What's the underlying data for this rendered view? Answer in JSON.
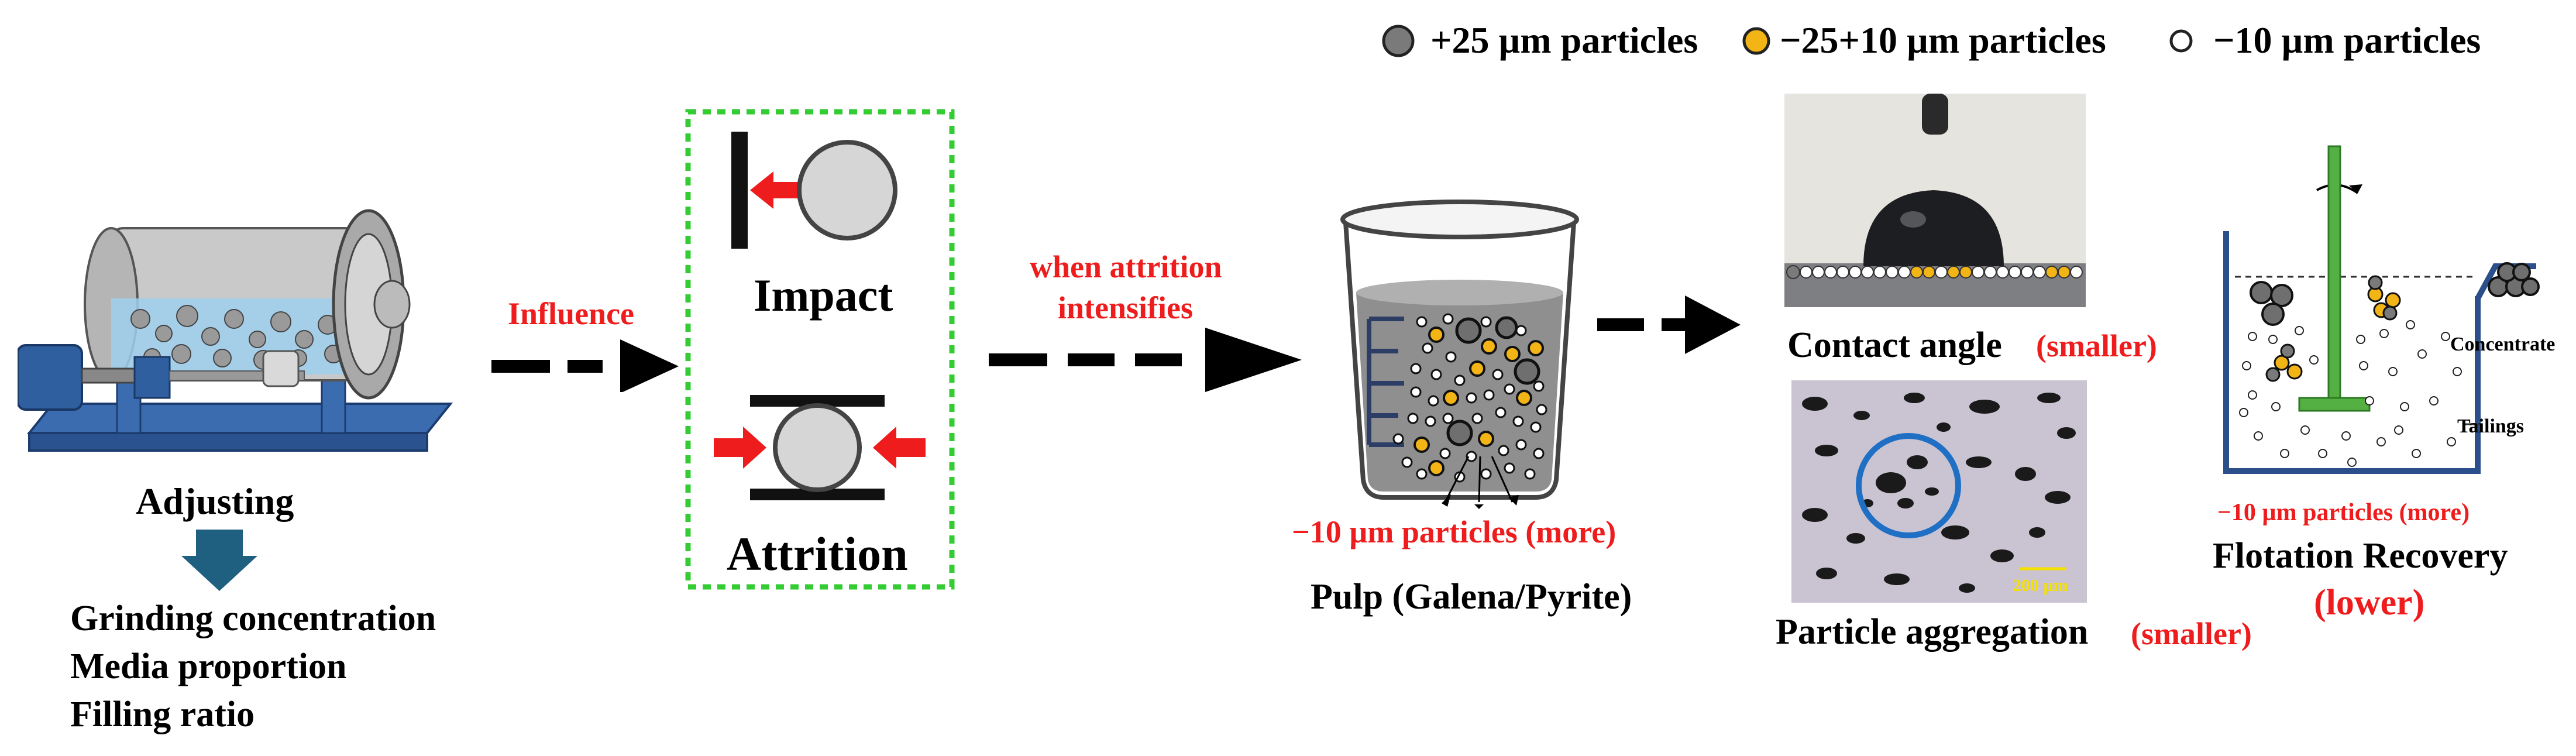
{
  "legend": {
    "items": [
      {
        "label": "+25 µm particles",
        "color": "#7a7a7a"
      },
      {
        "label": "−25+10 µm particles",
        "color": "#f3b415"
      },
      {
        "label": "−10 µm particles",
        "color": "#ffffff"
      }
    ]
  },
  "mill": {
    "label": "Adjusting",
    "parameters": [
      "Grinding concentration",
      "Media proportion",
      "Filling ratio"
    ]
  },
  "arrows": {
    "influence_label": "Influence",
    "attrition_label_line1": "when attrition",
    "attrition_label_line2": "intensifies"
  },
  "forces": {
    "impact_label": "Impact",
    "attrition_label": "Attrition"
  },
  "pulp": {
    "fines_label": "−10 µm particles (more)",
    "label": "Pulp (Galena/Pyrite)"
  },
  "contact_angle": {
    "label": "Contact angle",
    "change": "(smaller)"
  },
  "aggregation": {
    "label": "Particle aggregation",
    "change": "(smaller)",
    "scale_bar": "200 µm"
  },
  "flotation": {
    "concentrate_label": "Concentrate",
    "tailings_label": "Tailings",
    "fines_label": "−10 µm particles (more)",
    "label": "Flotation Recovery",
    "change": "(lower)"
  },
  "colors": {
    "accent_red": "#ee1c1c",
    "dashed_box_green": "#33cc33",
    "mill_blue": "#2f5f9e",
    "down_arrow_blue": "#1f5f7f",
    "cell_blue": "#2a4f8a",
    "impeller_green": "#55b043",
    "coarse_gray": "#7a7a7a",
    "middle_yellow": "#f3b415"
  }
}
